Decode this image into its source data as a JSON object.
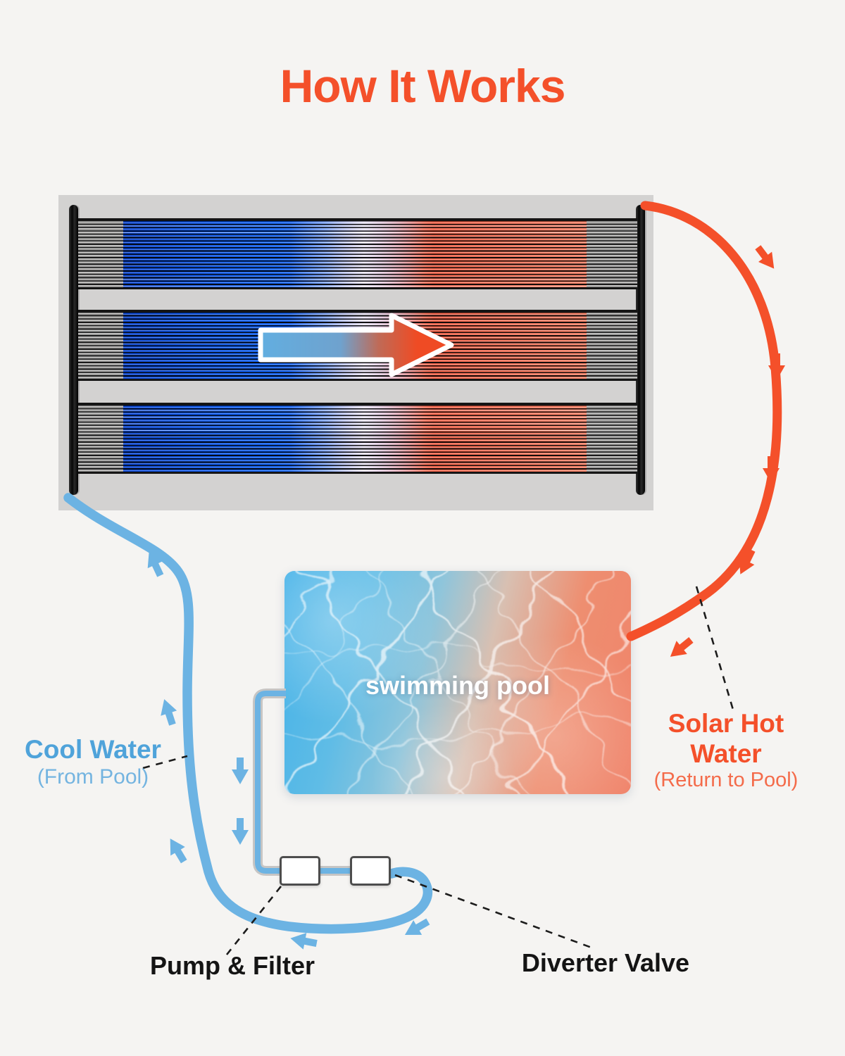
{
  "title": "How It Works",
  "diagram": {
    "pool": {
      "label": "swimming pool"
    },
    "labels": {
      "cool_water": {
        "title": "Cool Water",
        "subtitle": "(From Pool)"
      },
      "solar_hot_water": {
        "title": "Solar Hot Water",
        "subtitle": "(Return to Pool)"
      },
      "pump_filter": {
        "title": "Pump & Filter"
      },
      "diverter_valve": {
        "title": "Diverter Valve"
      }
    }
  },
  "colors": {
    "background": "#F5F4F2",
    "accent_orange": "#F4502A",
    "accent_blue": "#6CB3E3",
    "cool_label_blue": "#4FA3DA",
    "cool_sublabel_blue": "#74B4E0",
    "solar_sublabel_orange": "#F46B4A",
    "text_dark": "#141414",
    "panel_gray": "#D3D2D1",
    "tube_cold_blue": "#0750E2",
    "tube_hot_coral": "#F16A50",
    "pool_blue": "#45B2E8",
    "pool_coral": "#F0836A"
  }
}
